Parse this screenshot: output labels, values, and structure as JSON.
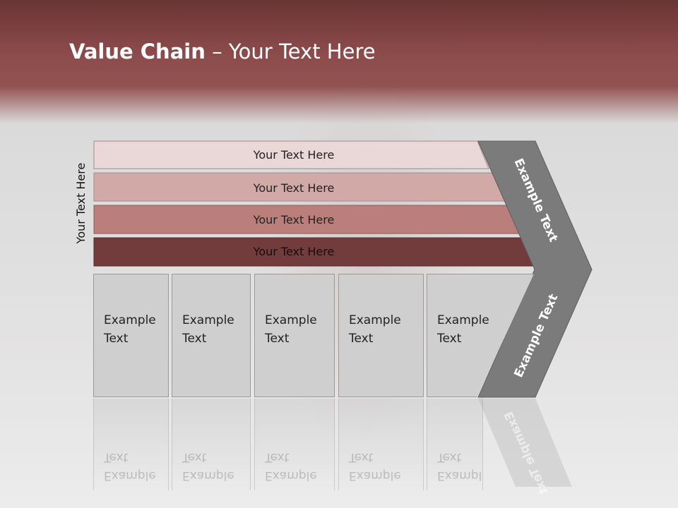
{
  "slide": {
    "title_bold": "Value Chain",
    "title_rest": " – Your Text Here"
  },
  "side_label": "Your Text Here",
  "bars": [
    {
      "label": "Your Text Here",
      "color": "#ead7d7"
    },
    {
      "label": "Your Text Here",
      "color": "#d1a9a7"
    },
    {
      "label": "Your Text Here",
      "color": "#bb7f7b"
    },
    {
      "label": "Your Text Here",
      "color": "#723c3c"
    }
  ],
  "boxes": [
    {
      "line1": "Example",
      "line2": "Text"
    },
    {
      "line1": "Example",
      "line2": "Text"
    },
    {
      "line1": "Example",
      "line2": "Text"
    },
    {
      "line1": "Example",
      "line2": "Text"
    },
    {
      "line1": "Example",
      "line2": "Text"
    }
  ],
  "chevron": {
    "upper_text": "Example Text",
    "lower_text": "Example Text",
    "color": "#7b7b7b"
  }
}
